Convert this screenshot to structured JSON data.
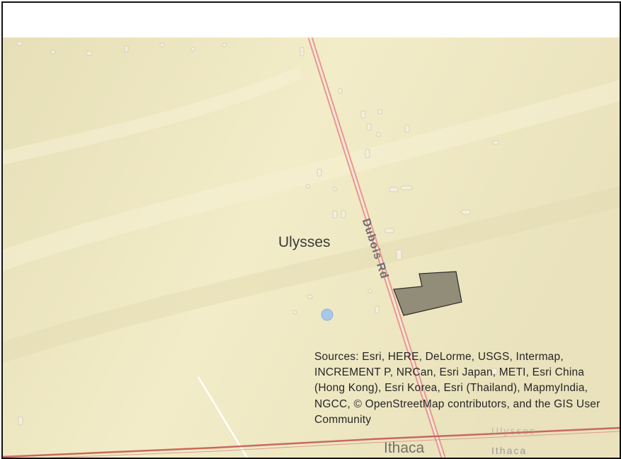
{
  "map": {
    "place_labels": {
      "township": "Ulysses",
      "ulysses_faded": "Ulysses",
      "ithaca": "Ithaca",
      "ithaca_faded": "Ithaca"
    },
    "road_label": "Dubois Rd",
    "attribution": "Sources: Esri, HERE, DeLorme, USGS, Intermap, INCREMENT P, NRCan, Esri Japan, METI, Esri China (Hong Kong), Esri Korea, Esri (Thailand), MapmyIndia, NGCC, © OpenStreetMap contributors, and the GIS User Community",
    "colors": {
      "terrain": "#efe9c4",
      "road_casing": "#e49a8a",
      "road_fill": "#fbe6dc",
      "parcel_fill": "#8a8672",
      "parcel_stroke": "#1c1c1c",
      "water": "#a9c7e8",
      "boundary": "#c2524d"
    }
  }
}
